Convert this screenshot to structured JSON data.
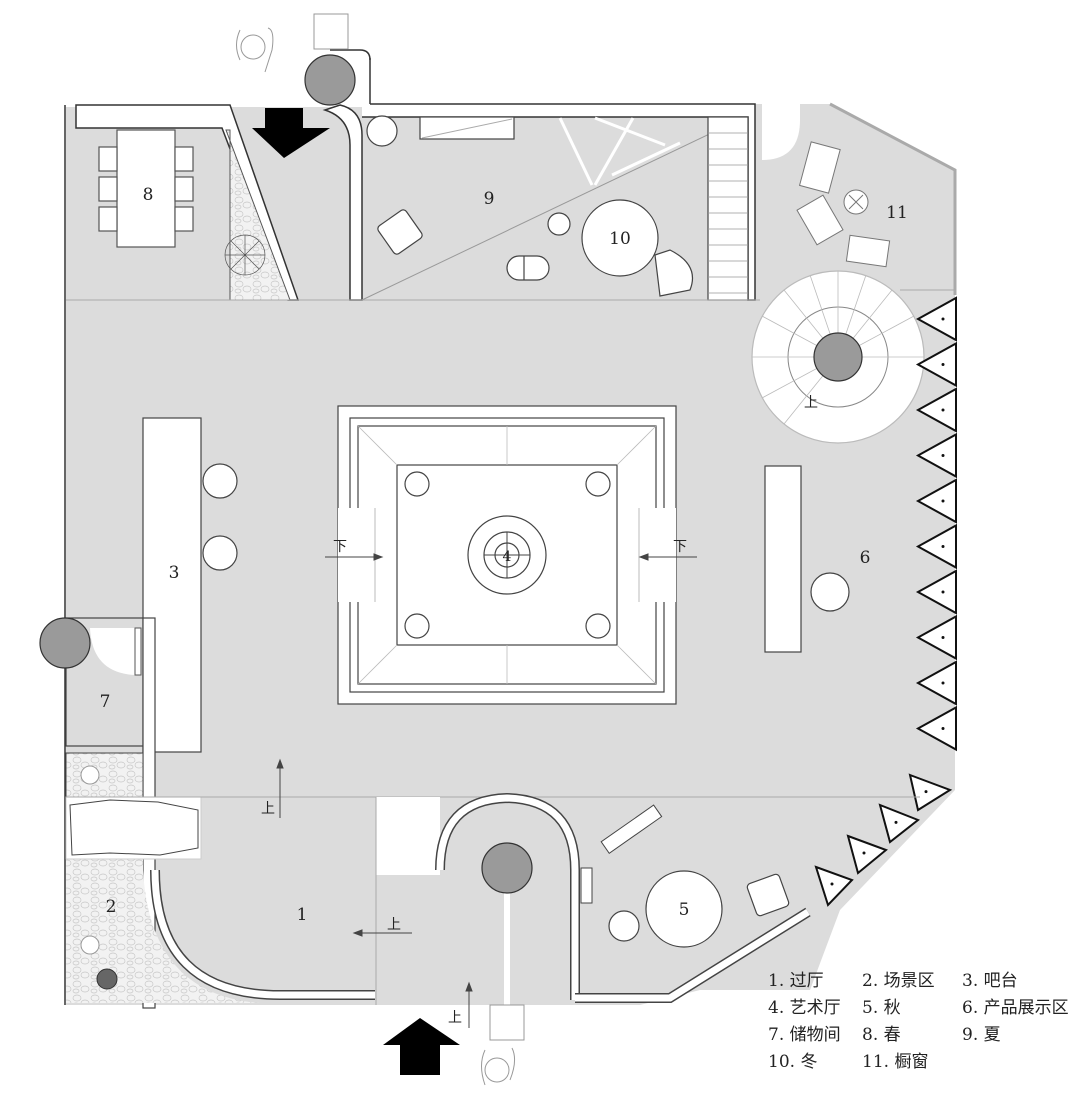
{
  "diagram": {
    "type": "floor-plan",
    "colors": {
      "floor": "#dcdcdc",
      "wall": "#ffffff",
      "line": "#333333",
      "column": "#9a9a9a",
      "arrow": "#000000"
    },
    "room_numbers": {
      "r1": "1",
      "r2": "2",
      "r3": "3",
      "r4": "4",
      "r5": "5",
      "r6": "6",
      "r7": "7",
      "r8": "8",
      "r9": "9",
      "r10": "10",
      "r11": "11"
    },
    "stair_marks": {
      "up": "上",
      "down": "下"
    },
    "legend": [
      [
        "1. 过厅",
        "2. 场景区",
        "3. 吧台"
      ],
      [
        "4. 艺术厅",
        "5. 秋",
        "6. 产品展示区"
      ],
      [
        "7. 储物间",
        "8. 春",
        "9. 夏"
      ],
      [
        "10. 冬",
        "11. 橱窗",
        ""
      ]
    ]
  }
}
